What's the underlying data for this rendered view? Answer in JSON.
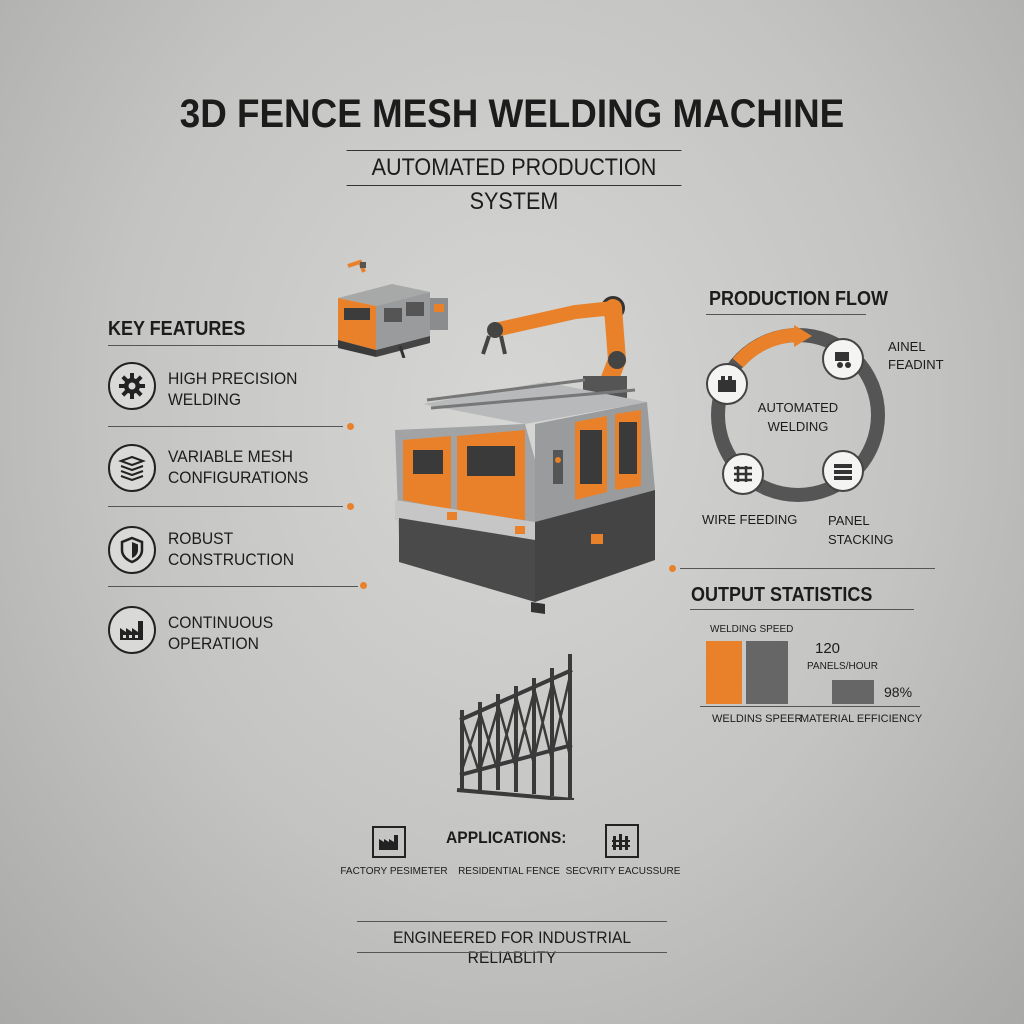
{
  "title": "3D FENCE MESH WELDING MACHINE",
  "subtitle": "AUTOMATED PRODUCTION SYSTEM",
  "key_features": {
    "heading": "KEY FEATURES",
    "items": [
      {
        "line1": "HIGH PRECISION",
        "line2": "WELDING",
        "icon": "gear-icon"
      },
      {
        "line1": "VARIABLE MESH",
        "line2": "CONFIGURATIONS",
        "icon": "stack-icon"
      },
      {
        "line1": "ROBUST",
        "line2": "CONSTRUCTION",
        "icon": "shield-icon"
      },
      {
        "line1": "CONTINUOUS",
        "line2": "OPERATION",
        "icon": "factory-icon"
      }
    ]
  },
  "production_flow": {
    "heading": "PRODUCTION FLOW",
    "center_line1": "AUTOMATED",
    "center_line2": "WELDING",
    "top_right_line1": "AINEL",
    "top_right_line2": "FEADINT",
    "bottom_left": "WIRE FEEDING",
    "bottom_right_line1": "PANEL",
    "bottom_right_line2": "STACKING"
  },
  "output_statistics": {
    "heading": "OUTPUT STATISTICS",
    "bar_label_top": "WELDING SPEED",
    "panels_value": "120",
    "panels_unit": "PANELS/HOUR",
    "efficiency_value": "98%",
    "label_left": "WELDINS SPEER",
    "label_right": "MATERIAL EFFICIENCY"
  },
  "applications": {
    "heading": "APPLICATIONS:",
    "items": [
      "FACTORY PESIMETER",
      "RESIDENTIAL FENCE",
      "SECVRITY EACUSSURE"
    ]
  },
  "footer": "ENGINEERED FOR INDUSTRIAL RELIABLITY",
  "colors": {
    "accent": "#e8812a",
    "dark": "#4a4a4a",
    "panel": "#8f9090"
  }
}
